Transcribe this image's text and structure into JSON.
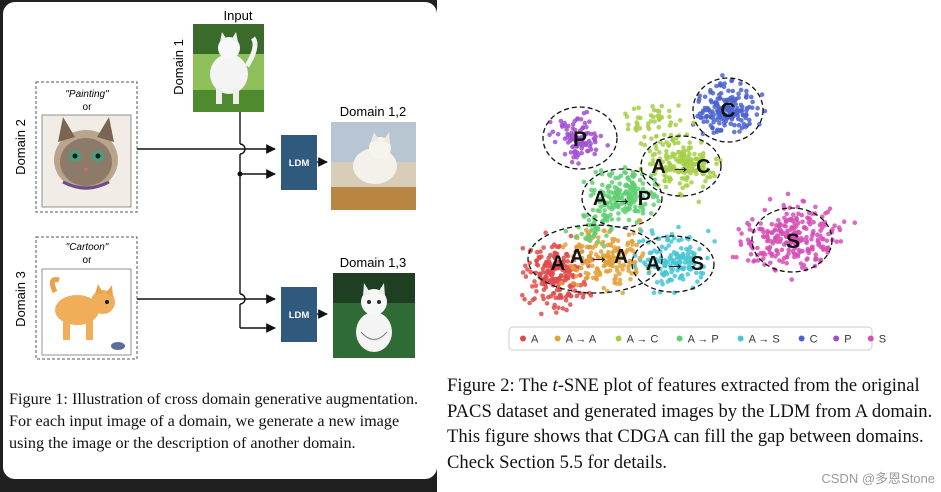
{
  "figure1": {
    "input_label": "Input",
    "domain1_label": "Domain 1",
    "domain2_label": "Domain 2",
    "domain3_label": "Domain 3",
    "painting_label": "\"Painting\"",
    "or_label": "or",
    "cartoon_label": "\"Cartoon\"",
    "ldm_label": "LDM",
    "output1_label": "Domain 1,2",
    "output2_label": "Domain 1,3",
    "caption": "Figure 1: Illustration of cross domain generative augmentation. For each input image of a domain, we generate a new image using the image or the description of another domain."
  },
  "figure2": {
    "caption_prefix": "Figure 2: The ",
    "caption_t": "t",
    "caption_rest": "-SNE plot of features extracted from the original PACS dataset and generated images by the LDM from A domain. This figure shows that CDGA can fill the gap between domains. Check Section 5.5 for details.",
    "cluster_labels": [
      "C",
      "P",
      "A → C",
      "A → P",
      "S",
      "A",
      "A → A",
      "A → S"
    ],
    "legend": [
      {
        "label": "A",
        "color": "#e24a4a"
      },
      {
        "label": "A → A",
        "color": "#e0a23a"
      },
      {
        "label": "A → C",
        "color": "#a6cf47"
      },
      {
        "label": "A → P",
        "color": "#5fcf72"
      },
      {
        "label": "A → S",
        "color": "#47c6d3"
      },
      {
        "label": "C",
        "color": "#4b63cf"
      },
      {
        "label": "P",
        "color": "#a24fd2"
      },
      {
        "label": "S",
        "color": "#d64fb6"
      }
    ]
  },
  "watermark": "CSDN @多恩Stone"
}
